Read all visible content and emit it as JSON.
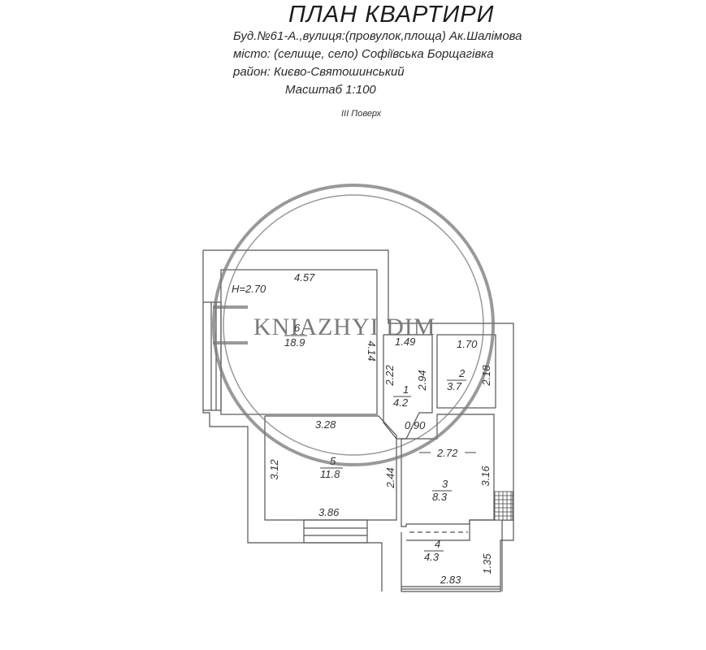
{
  "header": {
    "title": "ПЛАН  КВАРТИРИ",
    "building_line": "Буд.№61-А.,вулиця:(провулок,площа) Ак.Шалімова",
    "city_line": "місто: (селище, село) Софіївська Борщагівка",
    "district_line": "район: Києво-Святошинський",
    "scale_line": "Масштаб 1:100",
    "floor_line": "III  Поверх"
  },
  "watermark": {
    "text": "KNIAZHYI DIM"
  },
  "plan": {
    "ceiling_height": "H=2.70",
    "rooms": [
      {
        "number": "1",
        "area": "4.2"
      },
      {
        "number": "2",
        "area": "3.7"
      },
      {
        "number": "3",
        "area": "8.3"
      },
      {
        "number": "4",
        "area": "4.3"
      },
      {
        "number": "5",
        "area": "11.8"
      },
      {
        "number": "6",
        "area": "18.9"
      }
    ],
    "dimensions": {
      "room6_top": "4.57",
      "room6_right": "4.14",
      "room1_top": "1.49",
      "room1_left": "2.22",
      "room1_right": "2.94",
      "room2_top": "1.70",
      "room2_right": "2.18",
      "corridor_diag": "0.90",
      "room5_top": "3.28",
      "room5_left": "3.12",
      "room5_right": "2.44",
      "room5_bottom": "3.86",
      "room3_width": "2.72",
      "room3_right": "3.16",
      "room4_bottom": "2.83",
      "room4_right": "1.35"
    }
  }
}
